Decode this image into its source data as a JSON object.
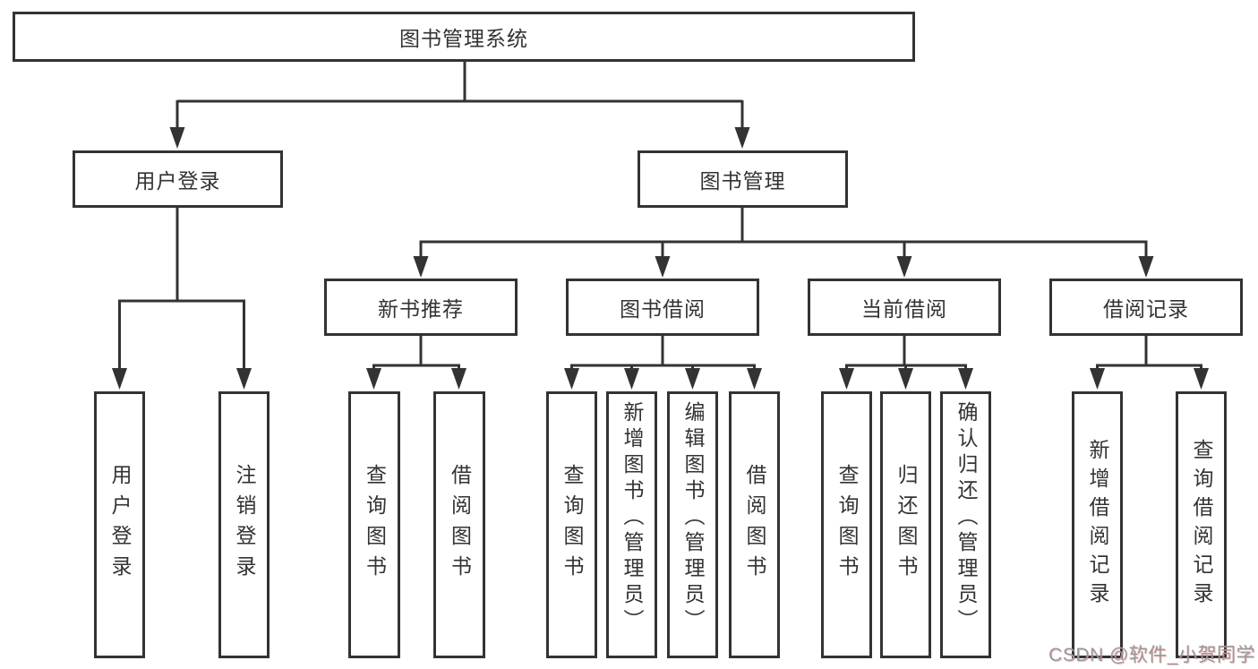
{
  "diagram": {
    "type": "tree",
    "root": {
      "label": "图书管理系统",
      "children": [
        {
          "label": "用户登录",
          "children": [
            {
              "label": "用户登录"
            },
            {
              "label": "注销登录"
            }
          ]
        },
        {
          "label": "图书管理",
          "children": [
            {
              "label": "新书推荐",
              "children": [
                {
                  "label": "查询图书"
                },
                {
                  "label": "借阅图书"
                }
              ]
            },
            {
              "label": "图书借阅",
              "children": [
                {
                  "label": "查询图书"
                },
                {
                  "label": "新增图书（管理员）"
                },
                {
                  "label": "编辑图书（管理员）"
                },
                {
                  "label": "借阅图书"
                }
              ]
            },
            {
              "label": "当前借阅",
              "children": [
                {
                  "label": "查询图书"
                },
                {
                  "label": "归还图书"
                },
                {
                  "label": "确认归还（管理员）"
                }
              ]
            },
            {
              "label": "借阅记录",
              "children": [
                {
                  "label": "新增借阅记录"
                },
                {
                  "label": "查询借阅记录"
                }
              ]
            }
          ]
        }
      ]
    }
  },
  "watermark": {
    "text": "CSDN @软件_小贺同学"
  },
  "colors": {
    "line": "#333333",
    "text": "#333333",
    "background": "#ffffff",
    "watermark_gray": "#999999",
    "watermark_shadow": "#dd6a6a"
  }
}
